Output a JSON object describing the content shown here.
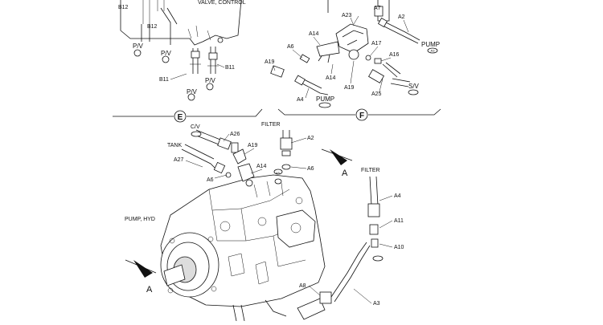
{
  "sections": {
    "e": "E",
    "f": "F"
  },
  "labels": {
    "b12_a": "B12",
    "b12_b": "B12",
    "valve_control": "VALVE, CONTROL",
    "pv_1": "P/V",
    "pv_2": "P/V",
    "pv_3": "P/V",
    "pv_4": "P/V",
    "b11_a": "B11",
    "b11_b": "B11",
    "a23": "A23",
    "a7": "A7",
    "a2_f": "A2",
    "pump_f1": "PUMP",
    "a14_f1": "A14",
    "a6_f": "A6",
    "a17": "A17",
    "a16": "A16",
    "a19_f": "A19",
    "a14_f2": "A14",
    "a19_f2": "A19",
    "sv": "S/V",
    "a4_f": "A4",
    "pump_f2": "PUMP",
    "a25": "A25",
    "filter_top": "FILTER",
    "cv": "C/V",
    "a26": "A26",
    "tank": "TANK",
    "a19_e": "A19",
    "a2_e": "A2",
    "a27": "A27",
    "a6_e1": "A6",
    "a14_e": "A14",
    "a6_e2": "A6",
    "arrow_a_top": "A",
    "filter_right": "FILTER",
    "a4_e": "A4",
    "a11": "A11",
    "a10": "A10",
    "pump_hyd": "PUMP, HYD",
    "arrow_a_bottom": "A",
    "a8": "A8",
    "a3": "A3"
  }
}
